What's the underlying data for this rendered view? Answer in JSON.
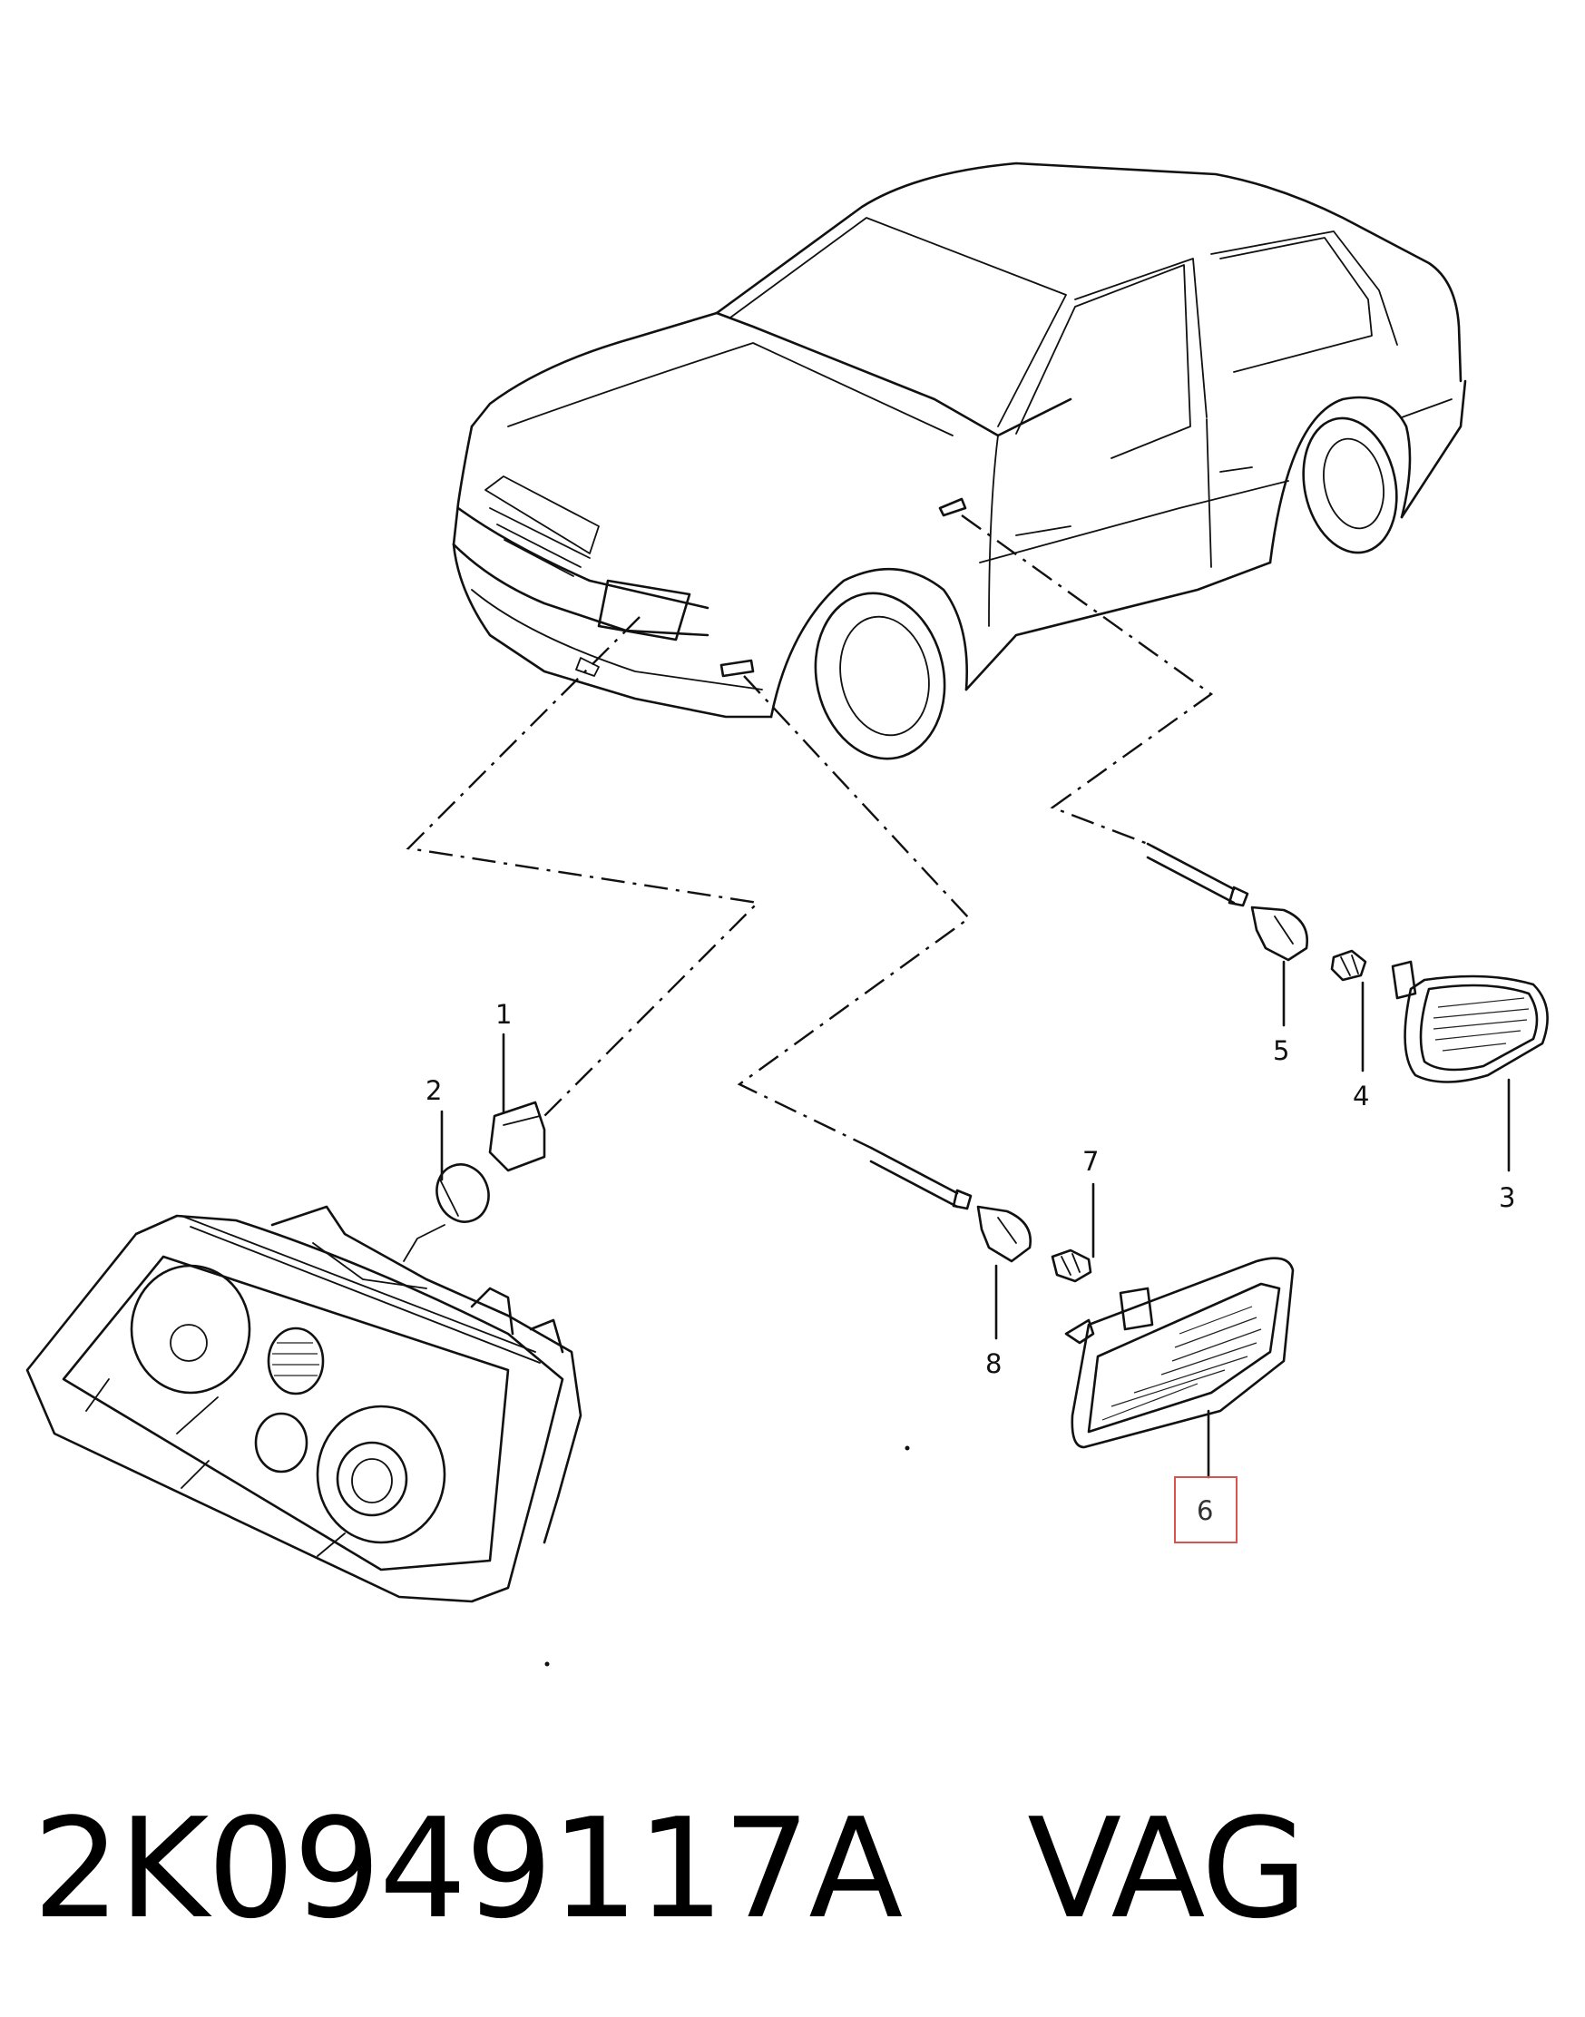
{
  "diagram": {
    "callouts": [
      {
        "id": "1",
        "label": "1"
      },
      {
        "id": "2",
        "label": "2"
      },
      {
        "id": "3",
        "label": "3"
      },
      {
        "id": "4",
        "label": "4"
      },
      {
        "id": "5",
        "label": "5"
      },
      {
        "id": "6",
        "label": "6",
        "highlighted": true
      },
      {
        "id": "7",
        "label": "7"
      },
      {
        "id": "8",
        "label": "8"
      }
    ],
    "highlight_color": "#d9534f"
  },
  "caption": {
    "part_number": "2K0949117A",
    "brand": "VAG",
    "text": "2K0949117A   VAG"
  }
}
